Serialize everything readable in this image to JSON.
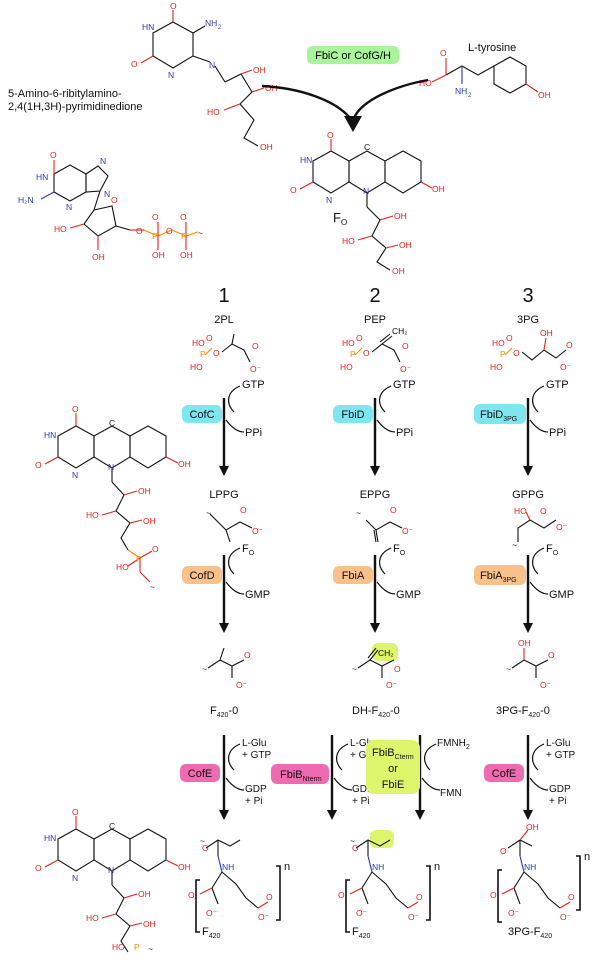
{
  "top": {
    "pyrimidinedione_line1": "5-Amino-6-ribitylamino-",
    "pyrimidinedione_line2": "2,4(1H,3H)-pyrimidinedione",
    "enzyme_top": "FbiC or CofG/H",
    "tyrosine": "L-tyrosine",
    "fo": "F",
    "fo_sub": "O"
  },
  "columns": [
    {
      "number": "1",
      "substrate": "2PL",
      "enzyme1": "CofC",
      "enzyme1_sub": "",
      "in1": "GTP",
      "out1": "PPi",
      "product1": "LPPG",
      "enzyme2": "CofD",
      "enzyme2_sub": "",
      "in2": "F",
      "in2_sub": "O",
      "out2": "GMP",
      "product2_main": "F",
      "product2_sub": "420",
      "product2_suffix": "-0",
      "enzyme3": "CofE",
      "enzyme3_sub": "",
      "in3a": "L-Glu",
      "in3b": "+ GTP",
      "out3a": "GDP",
      "out3b": "+ Pi",
      "final_main": "F",
      "final_sub": "420"
    },
    {
      "number": "2",
      "substrate": "PEP",
      "enzyme1": "FbiD",
      "enzyme1_sub": "",
      "in1": "GTP",
      "out1": "PPi",
      "product1": "EPPG",
      "enzyme2": "FbiA",
      "enzyme2_sub": "",
      "in2": "F",
      "in2_sub": "O",
      "out2": "GMP",
      "product2_main": "DH-F",
      "product2_sub": "420",
      "product2_suffix": "-0",
      "enzyme3": "FbiB",
      "enzyme3_sub": "Nterm",
      "in3a": "L-Glu",
      "in3b": "+ GTP",
      "out3a": "GDP",
      "out3b": "+ Pi",
      "enzyme4_main": "FbiB",
      "enzyme4_sub": "Cterm",
      "enzyme4_or": "or",
      "enzyme4_alt": "FbiE",
      "in4": "FMNH",
      "in4_sub": "2",
      "out4": "FMN",
      "final_main": "F",
      "final_sub": "420"
    },
    {
      "number": "3",
      "substrate": "3PG",
      "enzyme1": "FbiD",
      "enzyme1_sub": "3PG",
      "in1": "GTP",
      "out1": "PPi",
      "product1": "GPPG",
      "enzyme2": "FbiA",
      "enzyme2_sub": "3PG",
      "in2": "F",
      "in2_sub": "O",
      "out2": "GMP",
      "product2_main": "3PG-F",
      "product2_sub": "420",
      "product2_suffix": "-0",
      "enzyme3": "CofE",
      "enzyme3_sub": "",
      "in3a": "L-Glu",
      "in3b": "+ GTP",
      "out3a": "GDP",
      "out3b": "+ Pi",
      "final_main": "3PG-F",
      "final_sub": "420"
    }
  ],
  "polymer_n": "n",
  "colors": {
    "enzyme_green": "#a9f59a",
    "enzyme_cyan": "#7ee6ee",
    "enzyme_orange": "#f8c08a",
    "enzyme_pink": "#f06ab2",
    "enzyme_lime": "#dcf56a",
    "oxygen": "#e2231a",
    "nitrogen": "#2a3aa8",
    "phosphorus": "#ff8c00"
  }
}
